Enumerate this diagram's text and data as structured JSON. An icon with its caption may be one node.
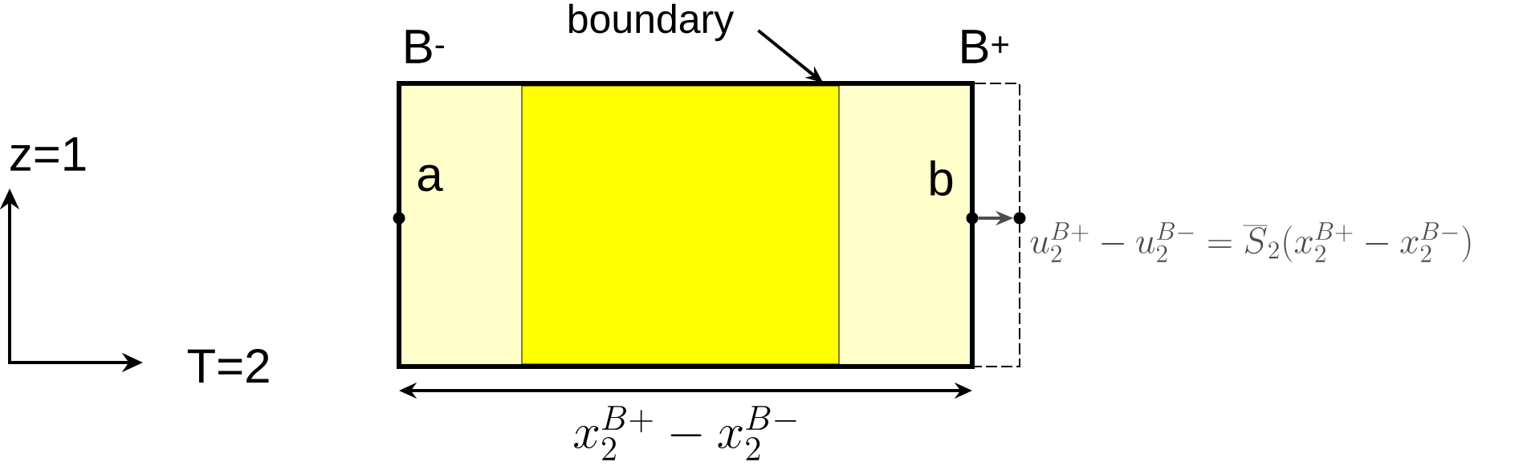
{
  "diagram": {
    "nodes": [
      {
        "text": [
          "boundary"
        ]
      },
      {
        "text": [],
        "shape": "box"
      },
      {
        "text": [],
        "shape": "circle"
      },
      {
        "text": [],
        "shape": "circle"
      },
      {
        "text": [],
        "shape": "circle"
      }
    ],
    "edges": [
      {
        "from": 0,
        "to": 1,
        "arrow": "to"
      },
      {
        "from": 3,
        "to": 4,
        "arrow": "to",
        "color": "#4d4d4d"
      }
    ],
    "labels": [
      "B$^{-}$",
      "B$^{+}$",
      "z=1",
      "a",
      "b",
      "u_2^{B+}-u_2^{B-}=\\overline{S}_2(x_2^{B+}-x_2^{B-})",
      "T=2",
      "x_2^{B+}-x_2^{B-}"
    ]
  }
}
